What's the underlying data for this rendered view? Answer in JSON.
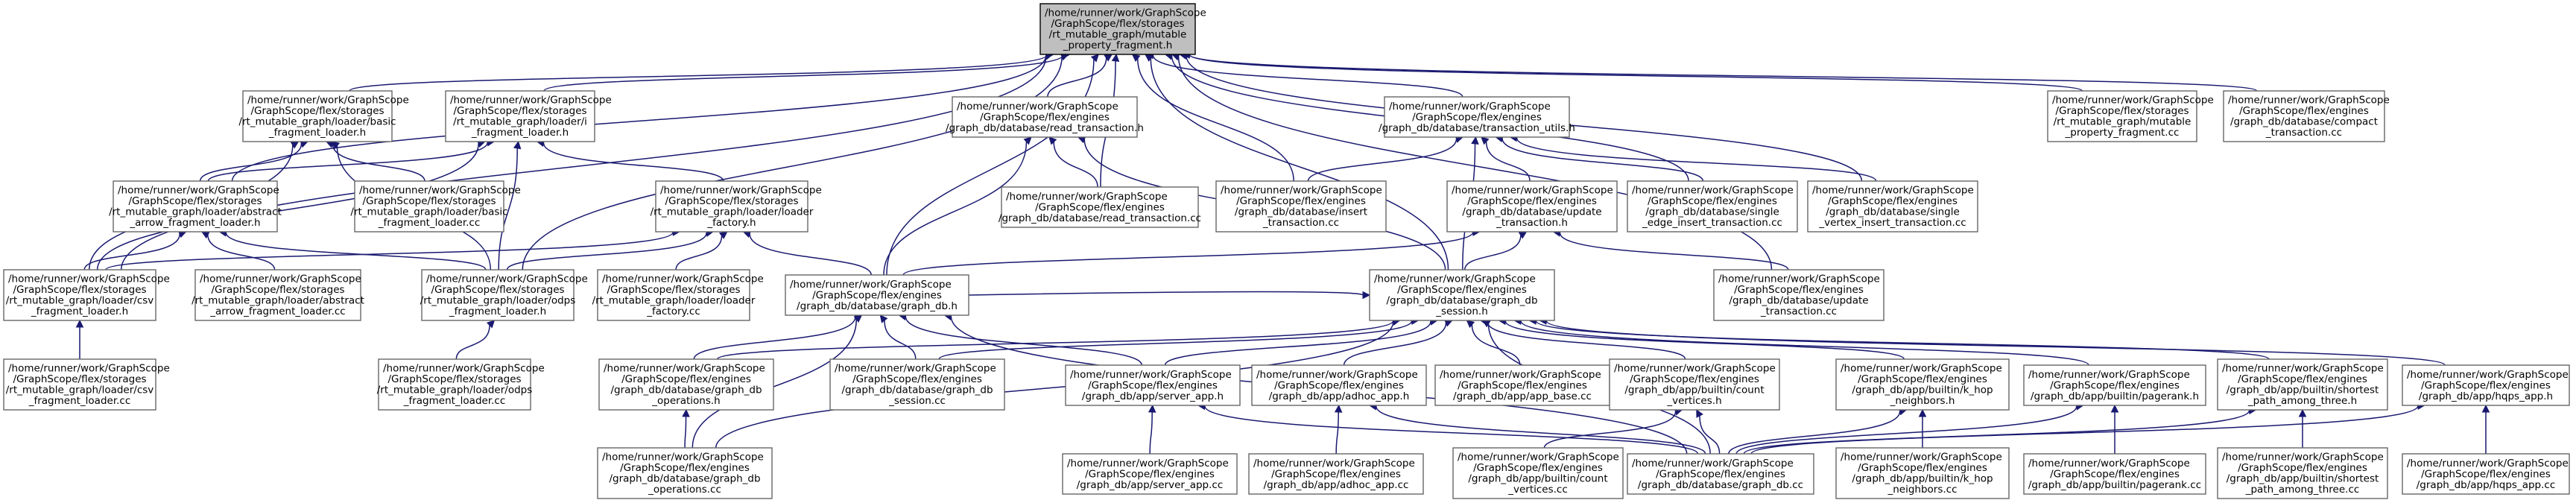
{
  "graph": {
    "nodes": [
      {
        "id": "root",
        "root": true,
        "lines": [
          "/home/runner/work/GraphScope",
          "/GraphScope/flex/storages",
          "/rt_mutable_graph/mutable",
          "_property_fragment.h"
        ]
      },
      {
        "id": "basic_loader_h",
        "lines": [
          "/home/runner/work/GraphScope",
          "/GraphScope/flex/storages",
          "/rt_mutable_graph/loader/basic",
          "_fragment_loader.h"
        ]
      },
      {
        "id": "i_loader_h",
        "lines": [
          "/home/runner/work/GraphScope",
          "/GraphScope/flex/storages",
          "/rt_mutable_graph/loader/i",
          "_fragment_loader.h"
        ]
      },
      {
        "id": "read_txn_h",
        "lines": [
          "/home/runner/work/GraphScope",
          "/GraphScope/flex/engines",
          "/graph_db/database/read_transaction.h"
        ]
      },
      {
        "id": "txn_utils_h",
        "lines": [
          "/home/runner/work/GraphScope",
          "/GraphScope/flex/engines",
          "/graph_db/database/transaction_utils.h"
        ]
      },
      {
        "id": "mpf_cc",
        "lines": [
          "/home/runner/work/GraphScope",
          "/GraphScope/flex/storages",
          "/rt_mutable_graph/mutable",
          "_property_fragment.cc"
        ]
      },
      {
        "id": "compact_txn_cc",
        "lines": [
          "/home/runner/work/GraphScope",
          "/GraphScope/flex/engines",
          "/graph_db/database/compact",
          "_transaction.cc"
        ]
      },
      {
        "id": "abstract_loader_h",
        "lines": [
          "/home/runner/work/GraphScope",
          "/GraphScope/flex/storages",
          "/rt_mutable_graph/loader/abstract",
          "_arrow_fragment_loader.h"
        ]
      },
      {
        "id": "basic_loader_cc",
        "lines": [
          "/home/runner/work/GraphScope",
          "/GraphScope/flex/storages",
          "/rt_mutable_graph/loader/basic",
          "_fragment_loader.cc"
        ]
      },
      {
        "id": "loader_factory_h",
        "lines": [
          "/home/runner/work/GraphScope",
          "/GraphScope/flex/storages",
          "/rt_mutable_graph/loader/loader",
          "_factory.h"
        ]
      },
      {
        "id": "read_txn_cc",
        "lines": [
          "/home/runner/work/GraphScope",
          "/GraphScope/flex/engines",
          "/graph_db/database/read_transaction.cc"
        ]
      },
      {
        "id": "insert_txn_cc",
        "lines": [
          "/home/runner/work/GraphScope",
          "/GraphScope/flex/engines",
          "/graph_db/database/insert",
          "_transaction.cc"
        ]
      },
      {
        "id": "update_txn_h",
        "lines": [
          "/home/runner/work/GraphScope",
          "/GraphScope/flex/engines",
          "/graph_db/database/update",
          "_transaction.h"
        ]
      },
      {
        "id": "single_edge_cc",
        "lines": [
          "/home/runner/work/GraphScope",
          "/GraphScope/flex/engines",
          "/graph_db/database/single",
          "_edge_insert_transaction.cc"
        ]
      },
      {
        "id": "single_vertex_cc",
        "lines": [
          "/home/runner/work/GraphScope",
          "/GraphScope/flex/engines",
          "/graph_db/database/single",
          "_vertex_insert_transaction.cc"
        ]
      },
      {
        "id": "csv_loader_h",
        "lines": [
          "/home/runner/work/GraphScope",
          "/GraphScope/flex/storages",
          "/rt_mutable_graph/loader/csv",
          "_fragment_loader.h"
        ]
      },
      {
        "id": "abstract_loader_cc",
        "lines": [
          "/home/runner/work/GraphScope",
          "/GraphScope/flex/storages",
          "/rt_mutable_graph/loader/abstract",
          "_arrow_fragment_loader.cc"
        ]
      },
      {
        "id": "odps_loader_h",
        "lines": [
          "/home/runner/work/GraphScope",
          "/GraphScope/flex/storages",
          "/rt_mutable_graph/loader/odps",
          "_fragment_loader.h"
        ]
      },
      {
        "id": "loader_factory_cc",
        "lines": [
          "/home/runner/work/GraphScope",
          "/GraphScope/flex/storages",
          "/rt_mutable_graph/loader/loader",
          "_factory.cc"
        ]
      },
      {
        "id": "graph_db_h",
        "lines": [
          "/home/runner/work/GraphScope",
          "/GraphScope/flex/engines",
          "/graph_db/database/graph_db.h"
        ]
      },
      {
        "id": "session_h",
        "lines": [
          "/home/runner/work/GraphScope",
          "/GraphScope/flex/engines",
          "/graph_db/database/graph_db",
          "_session.h"
        ]
      },
      {
        "id": "update_txn_cc",
        "lines": [
          "/home/runner/work/GraphScope",
          "/GraphScope/flex/engines",
          "/graph_db/database/update",
          "_transaction.cc"
        ]
      },
      {
        "id": "csv_loader_cc",
        "lines": [
          "/home/runner/work/GraphScope",
          "/GraphScope/flex/storages",
          "/rt_mutable_graph/loader/csv",
          "_fragment_loader.cc"
        ]
      },
      {
        "id": "odps_loader_cc",
        "lines": [
          "/home/runner/work/GraphScope",
          "/GraphScope/flex/storages",
          "/rt_mutable_graph/loader/odps",
          "_fragment_loader.cc"
        ]
      },
      {
        "id": "ops_h",
        "lines": [
          "/home/runner/work/GraphScope",
          "/GraphScope/flex/engines",
          "/graph_db/database/graph_db",
          "_operations.h"
        ]
      },
      {
        "id": "session_cc",
        "lines": [
          "/home/runner/work/GraphScope",
          "/GraphScope/flex/engines",
          "/graph_db/database/graph_db",
          "_session.cc"
        ]
      },
      {
        "id": "server_app_h",
        "lines": [
          "/home/runner/work/GraphScope",
          "/GraphScope/flex/engines",
          "/graph_db/app/server_app.h"
        ]
      },
      {
        "id": "adhoc_app_h",
        "lines": [
          "/home/runner/work/GraphScope",
          "/GraphScope/flex/engines",
          "/graph_db/app/adhoc_app.h"
        ]
      },
      {
        "id": "app_base_cc",
        "lines": [
          "/home/runner/work/GraphScope",
          "/GraphScope/flex/engines",
          "/graph_db/app/app_base.cc"
        ]
      },
      {
        "id": "count_vertices_h",
        "lines": [
          "/home/runner/work/GraphScope",
          "/GraphScope/flex/engines",
          "/graph_db/app/builtin/count",
          "_vertices.h"
        ]
      },
      {
        "id": "k_hop_h",
        "lines": [
          "/home/runner/work/GraphScope",
          "/GraphScope/flex/engines",
          "/graph_db/app/builtin/k_hop",
          "_neighbors.h"
        ]
      },
      {
        "id": "pagerank_h",
        "lines": [
          "/home/runner/work/GraphScope",
          "/GraphScope/flex/engines",
          "/graph_db/app/builtin/pagerank.h"
        ]
      },
      {
        "id": "shortest_h",
        "lines": [
          "/home/runner/work/GraphScope",
          "/GraphScope/flex/engines",
          "/graph_db/app/builtin/shortest",
          "_path_among_three.h"
        ]
      },
      {
        "id": "hqps_app_h",
        "lines": [
          "/home/runner/work/GraphScope",
          "/GraphScope/flex/engines",
          "/graph_db/app/hqps_app.h"
        ]
      },
      {
        "id": "ops_cc",
        "lines": [
          "/home/runner/work/GraphScope",
          "/GraphScope/flex/engines",
          "/graph_db/database/graph_db",
          "_operations.cc"
        ]
      },
      {
        "id": "server_app_cc",
        "lines": [
          "/home/runner/work/GraphScope",
          "/GraphScope/flex/engines",
          "/graph_db/app/server_app.cc"
        ]
      },
      {
        "id": "adhoc_app_cc",
        "lines": [
          "/home/runner/work/GraphScope",
          "/GraphScope/flex/engines",
          "/graph_db/app/adhoc_app.cc"
        ]
      },
      {
        "id": "count_vertices_cc",
        "lines": [
          "/home/runner/work/GraphScope",
          "/GraphScope/flex/engines",
          "/graph_db/app/builtin/count",
          "_vertices.cc"
        ]
      },
      {
        "id": "graph_db_cc",
        "lines": [
          "/home/runner/work/GraphScope",
          "/GraphScope/flex/engines",
          "/graph_db/database/graph_db.cc"
        ]
      },
      {
        "id": "k_hop_cc",
        "lines": [
          "/home/runner/work/GraphScope",
          "/GraphScope/flex/engines",
          "/graph_db/app/builtin/k_hop",
          "_neighbors.cc"
        ]
      },
      {
        "id": "pagerank_cc",
        "lines": [
          "/home/runner/work/GraphScope",
          "/GraphScope/flex/engines",
          "/graph_db/app/builtin/pagerank.cc"
        ]
      },
      {
        "id": "shortest_cc",
        "lines": [
          "/home/runner/work/GraphScope",
          "/GraphScope/flex/engines",
          "/graph_db/app/builtin/shortest",
          "_path_among_three.cc"
        ]
      },
      {
        "id": "hqps_app_cc",
        "lines": [
          "/home/runner/work/GraphScope",
          "/GraphScope/flex/engines",
          "/graph_db/app/hqps_app.cc"
        ]
      }
    ],
    "edges": [
      [
        "basic_loader_h",
        "root"
      ],
      [
        "i_loader_h",
        "root"
      ],
      [
        "read_txn_h",
        "root"
      ],
      [
        "txn_utils_h",
        "root"
      ],
      [
        "mpf_cc",
        "root"
      ],
      [
        "compact_txn_cc",
        "root"
      ],
      [
        "abstract_loader_h",
        "root"
      ],
      [
        "csv_loader_h",
        "root"
      ],
      [
        "odps_loader_h",
        "root"
      ],
      [
        "graph_db_h",
        "root"
      ],
      [
        "session_h",
        "root"
      ],
      [
        "read_txn_cc",
        "root"
      ],
      [
        "insert_txn_cc",
        "root"
      ],
      [
        "single_edge_cc",
        "root"
      ],
      [
        "single_vertex_cc",
        "root"
      ],
      [
        "update_txn_cc",
        "root"
      ],
      [
        "abstract_loader_h",
        "basic_loader_h"
      ],
      [
        "basic_loader_cc",
        "basic_loader_h"
      ],
      [
        "csv_loader_h",
        "basic_loader_h"
      ],
      [
        "odps_loader_h",
        "basic_loader_h"
      ],
      [
        "abstract_loader_h",
        "i_loader_h"
      ],
      [
        "loader_factory_h",
        "i_loader_h"
      ],
      [
        "csv_loader_h",
        "i_loader_h"
      ],
      [
        "odps_loader_h",
        "i_loader_h"
      ],
      [
        "read_txn_cc",
        "read_txn_h"
      ],
      [
        "graph_db_h",
        "read_txn_h"
      ],
      [
        "session_h",
        "read_txn_h"
      ],
      [
        "insert_txn_cc",
        "txn_utils_h"
      ],
      [
        "update_txn_h",
        "txn_utils_h"
      ],
      [
        "single_edge_cc",
        "txn_utils_h"
      ],
      [
        "single_vertex_cc",
        "txn_utils_h"
      ],
      [
        "session_h",
        "txn_utils_h"
      ],
      [
        "csv_loader_h",
        "abstract_loader_h"
      ],
      [
        "abstract_loader_cc",
        "abstract_loader_h"
      ],
      [
        "odps_loader_h",
        "abstract_loader_h"
      ],
      [
        "csv_loader_h",
        "loader_factory_h"
      ],
      [
        "odps_loader_h",
        "loader_factory_h"
      ],
      [
        "loader_factory_cc",
        "loader_factory_h"
      ],
      [
        "graph_db_h",
        "loader_factory_h"
      ],
      [
        "session_h",
        "update_txn_h"
      ],
      [
        "update_txn_cc",
        "update_txn_h"
      ],
      [
        "graph_db_h",
        "update_txn_h"
      ],
      [
        "csv_loader_cc",
        "csv_loader_h"
      ],
      [
        "odps_loader_cc",
        "odps_loader_h"
      ],
      [
        "ops_h",
        "graph_db_h"
      ],
      [
        "session_cc",
        "graph_db_h"
      ],
      [
        "server_app_h",
        "graph_db_h"
      ],
      [
        "ops_cc",
        "graph_db_h"
      ],
      [
        "graph_db_cc",
        "graph_db_h"
      ],
      [
        "graph_db_h",
        "session_h"
      ],
      [
        "ops_h",
        "session_h"
      ],
      [
        "session_cc",
        "session_h"
      ],
      [
        "server_app_h",
        "session_h"
      ],
      [
        "adhoc_app_h",
        "session_h"
      ],
      [
        "app_base_cc",
        "session_h"
      ],
      [
        "count_vertices_h",
        "session_h"
      ],
      [
        "k_hop_h",
        "session_h"
      ],
      [
        "pagerank_h",
        "session_h"
      ],
      [
        "shortest_h",
        "session_h"
      ],
      [
        "hqps_app_h",
        "session_h"
      ],
      [
        "ops_cc",
        "session_h"
      ],
      [
        "graph_db_cc",
        "session_h"
      ],
      [
        "ops_cc",
        "ops_h"
      ],
      [
        "server_app_cc",
        "server_app_h"
      ],
      [
        "graph_db_cc",
        "server_app_h"
      ],
      [
        "adhoc_app_cc",
        "adhoc_app_h"
      ],
      [
        "graph_db_cc",
        "adhoc_app_h"
      ],
      [
        "count_vertices_cc",
        "count_vertices_h"
      ],
      [
        "graph_db_cc",
        "count_vertices_h"
      ],
      [
        "k_hop_cc",
        "k_hop_h"
      ],
      [
        "graph_db_cc",
        "k_hop_h"
      ],
      [
        "pagerank_cc",
        "pagerank_h"
      ],
      [
        "graph_db_cc",
        "pagerank_h"
      ],
      [
        "shortest_cc",
        "shortest_h"
      ],
      [
        "graph_db_cc",
        "shortest_h"
      ],
      [
        "hqps_app_cc",
        "hqps_app_h"
      ],
      [
        "graph_db_cc",
        "hqps_app_h"
      ]
    ]
  },
  "colors": {
    "edge": "#191970",
    "node_border": "#666666",
    "root_fill": "#bfbfbf",
    "root_border": "#000000",
    "node_fill": "#ffffff"
  }
}
